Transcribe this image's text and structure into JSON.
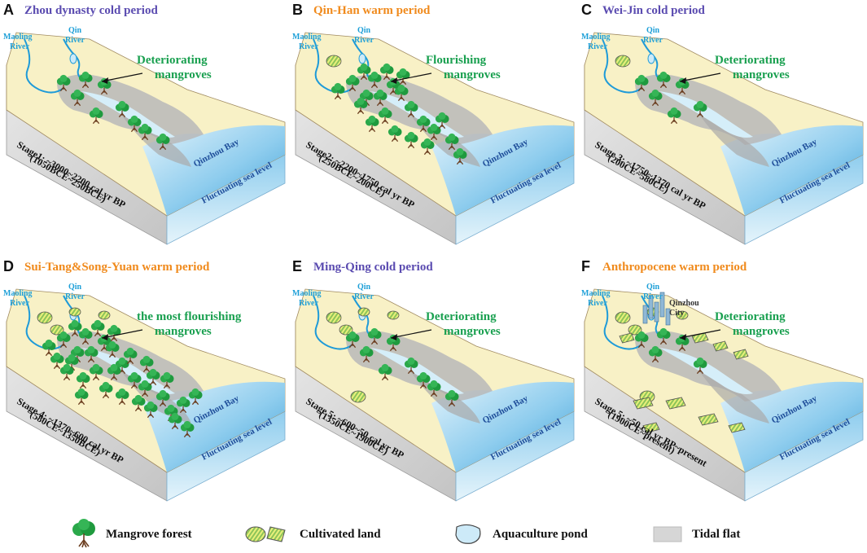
{
  "colors": {
    "cold_title": "#5a4bb0",
    "warm_title": "#f08a1c",
    "river_label": "#1fa0d8",
    "mangrove_label": "#1aa050",
    "land_top": "#f8f1c6",
    "soil_side": "#c9a886",
    "rock_side": "#d8d8d8",
    "sea": "#7ec7ea",
    "tidal_flat": "#b8b8b8",
    "tree": "#1f9a3e",
    "bay_label": "#1f4e9a"
  },
  "panels": [
    {
      "letter": "A",
      "title": "Zhou dynasty cold period",
      "title_color": "cold",
      "river1": [
        "Maoling",
        "River"
      ],
      "river2": [
        "Qin",
        "River"
      ],
      "status": [
        "Deteriorating",
        "mangroves"
      ],
      "bay": "Qinzhou Bay",
      "sea": "Fluctuating sea level",
      "stage": [
        "Stage1: ~3000~2200 cal yr BP",
        "(1050BCE~250BCE)"
      ],
      "trees": 9,
      "fields": 0,
      "city": null,
      "city_label": null
    },
    {
      "letter": "B",
      "title": "Qin-Han warm period",
      "title_color": "warm",
      "river1": [
        "Maoling",
        "River"
      ],
      "river2": [
        "Qin",
        "River"
      ],
      "status": [
        "Flourishing",
        "mangroves"
      ],
      "bay": "Qinzhou Bay",
      "sea": "Fluctuating sea level",
      "stage": [
        "Stage2: ~2200~1750 cal yr BP",
        "(250BCE~200CE)"
      ],
      "trees": 22,
      "fields": 1,
      "city": null,
      "city_label": null
    },
    {
      "letter": "C",
      "title": "Wei-Jin cold period",
      "title_color": "cold",
      "river1": [
        "Maoling",
        "River"
      ],
      "river2": [
        "Qin",
        "River"
      ],
      "status": [
        "Deteriorating",
        "mangroves"
      ],
      "bay": "Qinzhou Bay",
      "sea": "Fluctuating sea level",
      "stage": [
        "Stage 3: ~1750~1370 cal yr BP",
        "(200CE~580CE)"
      ],
      "trees": 6,
      "fields": 1,
      "city": null,
      "city_label": null
    },
    {
      "letter": "D",
      "title": "Sui-Tang&Song-Yuan warm period",
      "title_color": "warm",
      "river1": [
        "Maoling",
        "River"
      ],
      "river2": [
        "Qin",
        "River"
      ],
      "status": [
        "the most flourishing",
        "mangroves"
      ],
      "bay": "Qinzhou Bay",
      "sea": "Fluctuating sea level",
      "stage": [
        "Stage 4: ~1370~600 cal yr BP",
        "(580CE~1350BCE)"
      ],
      "trees": 34,
      "fields": 4,
      "city": null,
      "city_label": null
    },
    {
      "letter": "E",
      "title": "Ming-Qing cold period",
      "title_color": "cold",
      "river1": [
        "Maoling",
        "River"
      ],
      "river2": [
        "Qin",
        "River"
      ],
      "status": [
        "Deteriorating",
        "mangroves"
      ],
      "bay": "Qinzhou Bay",
      "sea": "Fluctuating sea level",
      "stage": [
        "Stage 5: ~600~50 cal yr BP",
        "(1350CE~1900CE)"
      ],
      "trees": 9,
      "fields": 5,
      "city": null,
      "city_label": null
    },
    {
      "letter": "F",
      "title": "Anthropocene warm period",
      "title_color": "warm",
      "river1": [
        "Maoling",
        "River"
      ],
      "river2": [
        "Qin",
        "River"
      ],
      "status": [
        "Deteriorating",
        "mangroves"
      ],
      "bay": "Qinzhou Bay",
      "sea": "Fluctuating sea level",
      "stage": [
        "Stage 5: ~50 cal yr BP~present",
        "(1900CE~present)"
      ],
      "trees": 5,
      "fields": 14,
      "city": true,
      "city_label": [
        "Qinzhou",
        "City"
      ]
    }
  ],
  "legend": [
    {
      "icon": "mangrove-tree-icon",
      "label": "Mangrove forest"
    },
    {
      "icon": "cultivated-land-icon",
      "label": "Cultivated land"
    },
    {
      "icon": "aquaculture-pond-icon",
      "label": "Aquaculture pond"
    },
    {
      "icon": "tidal-flat-icon",
      "label": "Tidal flat"
    }
  ]
}
